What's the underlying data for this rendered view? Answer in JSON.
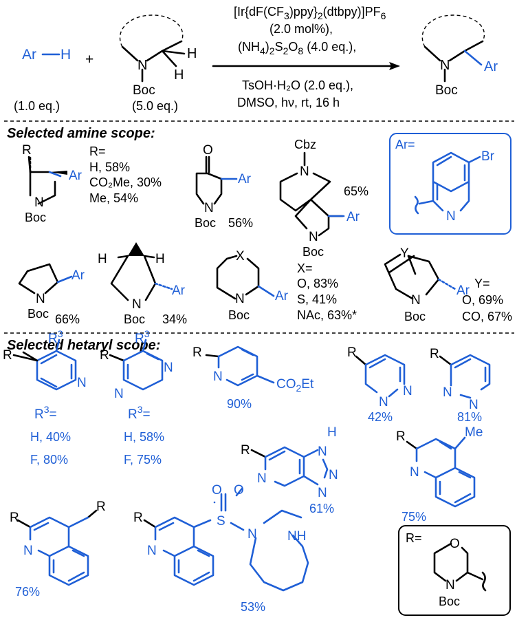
{
  "scheme": {
    "arh": "Ar",
    "arh_h": "H",
    "plus": "+",
    "eq_arh": "(1.0 eq.)",
    "eq_amine": "(5.0 eq.)",
    "amine_N": "N",
    "amine_H1": "H",
    "amine_H2": "H",
    "amine_Boc": "Boc",
    "cond_1a": "[Ir{dF(CF",
    "cond_1b": "3",
    "cond_1c": ")ppy}",
    "cond_1d": "2",
    "cond_1e": "(dtbpy)]PF",
    "cond_1f": "6",
    "cond_2": "(2.0 mol%),",
    "cond_3a": "(NH",
    "cond_3b": "4",
    "cond_3c": ")",
    "cond_3d": "2",
    "cond_3e": "S",
    "cond_3f": "2",
    "cond_3g": "O",
    "cond_3h": "8",
    "cond_3i": " (4.0 eq.),",
    "cond_4": "TsOH·H₂O (2.0 eq.),",
    "cond_5": "DMSO, hν, rt, 16 h",
    "prod_N": "N",
    "prod_Boc": "Boc",
    "prod_Ar": "Ar"
  },
  "amine_scope": {
    "header": "Selected amine scope:",
    "azetidine_R": "R",
    "azetidine_N": "N",
    "azetidine_Boc": "Boc",
    "azetidine_Ar": "Ar",
    "r_label": "R=",
    "r_values": [
      "H, 58%",
      "CO₂Me, 30%",
      "Me, 54%"
    ],
    "azetidinone_O": "O",
    "azetidinone_N": "N",
    "azetidinone_Boc": "Boc",
    "azetidinone_Ar": "Ar",
    "azetidinone_yield": "56%",
    "spiro_Cbz": "Cbz",
    "spiro_N1": "N",
    "spiro_N2": "N",
    "spiro_Boc": "Boc",
    "spiro_Ar": "Ar",
    "spiro_yield": "65%",
    "ar_box_label": "Ar=",
    "ar_box_Br": "Br",
    "ar_box_N": "N",
    "pyrrolidine_N": "N",
    "pyrrolidine_Boc": "Boc",
    "pyrrolidine_Ar": "Ar",
    "pyrrolidine_yield": "66%",
    "bicyclo_H1": "H",
    "bicyclo_H2": "H",
    "bicyclo_N": "N",
    "bicyclo_Boc": "Boc",
    "bicyclo_Ar": "Ar",
    "bicyclo_yield": "34%",
    "six_X": "X",
    "six_N": "N",
    "six_Boc": "Boc",
    "six_Ar": "Ar",
    "x_label": "X=",
    "x_values": [
      "O, 83%",
      "S, 41%",
      "NAc, 63%*"
    ],
    "bridged_Y": "Y",
    "bridged_N": "N",
    "bridged_Boc": "Boc",
    "bridged_Ar": "Ar",
    "y_label": "Y=",
    "y_values": [
      "O, 69%",
      "CO, 67%"
    ]
  },
  "hetaryl_scope": {
    "header": "Selected hetaryl scope:",
    "pyr1_R": "R",
    "pyr1_R3": "R",
    "pyr1_sup": "3",
    "pyr1_N": "N",
    "pyr1_rlabel": "R",
    "pyr1_rsup": "3",
    "pyr1_req": "=",
    "pyr1_values": [
      "H, 40%",
      "F, 80%"
    ],
    "pyz_R": "R",
    "pyz_R3": "R",
    "pyz_sup": "3",
    "pyz_N1": "N",
    "pyz_N2": "N",
    "pyz_rlabel": "R",
    "pyz_rsup": "3",
    "pyz_req": "=",
    "pyz_values": [
      "H, 58%",
      "F, 75%"
    ],
    "nic_R": "R",
    "nic_N": "N",
    "nic_ester": "CO",
    "nic_ester_sub": "2",
    "nic_ester_end": "Et",
    "nic_yield": "90%",
    "pdz_R": "R",
    "pdz_N1": "N",
    "pdz_N2": "N",
    "pdz_yield": "42%",
    "pym_R": "R",
    "pym_N1": "N",
    "pym_N2": "N",
    "pym_yield": "81%",
    "tri_R": "R",
    "tri_N": "N",
    "tri_H": "H",
    "tri_N1": "N",
    "tri_N2": "N",
    "tri_N3": "N",
    "tri_yield": "61%",
    "mq_R": "R",
    "mq_Me": "Me",
    "mq_N": "N",
    "mq_yield": "75%",
    "dq_R1": "R",
    "dq_R2": "R",
    "dq_N": "N",
    "dq_yield": "76%",
    "sq_R": "R",
    "sq_N": "N",
    "sq_S": "S",
    "sq_O1": "O",
    "sq_O2": "O",
    "sq_N2": "N",
    "sq_NH": "NH",
    "sq_yield": "53%",
    "r_box_label": "R=",
    "r_box_O": "O",
    "r_box_N": "N",
    "r_box_Boc": "Boc"
  }
}
